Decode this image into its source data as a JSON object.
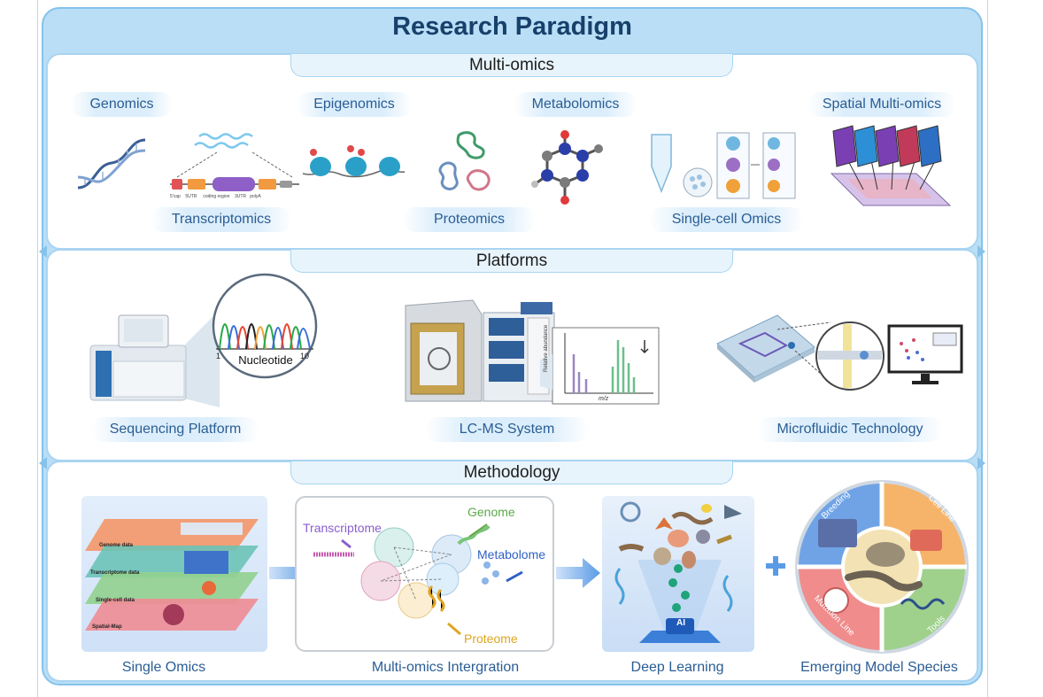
{
  "title": "Research Paradigm",
  "sections": {
    "multi_omics": {
      "label": "Multi-omics",
      "items": [
        "Genomics",
        "Epigenomics",
        "Metabolomics",
        "Spatial Multi-omics",
        "Transcriptomics",
        "Proteomics",
        "Single-cell Omics"
      ],
      "gene_labels": [
        "5'cap",
        "5UTR",
        "coding region",
        "3UTR",
        "polyA"
      ]
    },
    "platforms": {
      "label": "Platforms",
      "items": [
        "Sequencing  Platform",
        "LC-MS System",
        "Microfluidic Technology"
      ],
      "nucleotide_label": "Nucleotide",
      "axis_start": "1",
      "axis_end": "10",
      "ms_ylabel": "Relative abundance",
      "ms_xlabel": "m/z"
    },
    "methodology": {
      "label": "Methodology",
      "items": [
        "Single Omics",
        "Multi-omics Intergration",
        "Deep Learning",
        "Emerging Model Species"
      ],
      "layers": [
        "Genome data",
        "Transcriptome data",
        "Single-cell data",
        "Spatial-Map"
      ],
      "integration_labels": [
        "Transcriptome",
        "Genome",
        "Metabolome",
        "Proteome"
      ],
      "wheel_labels": [
        "Breeding",
        "Cell Line",
        "Tools",
        "Mutation Line"
      ],
      "ai_chip": "AI"
    }
  },
  "colors": {
    "frame": "#b9def6",
    "title": "#17406b",
    "label": "#2a5d94",
    "wheel": [
      "#f6b46a",
      "#9fd08c",
      "#f08c8c",
      "#6fa3e6"
    ]
  },
  "icons": [
    "dna-icon",
    "nucleosome-icon",
    "protein-icon",
    "molecule-icon",
    "tube-icon",
    "spatial-stack-icon",
    "sequencer-icon",
    "lcms-icon",
    "chip-icon",
    "monitor-icon",
    "plus-icon",
    "arrow-icon"
  ]
}
